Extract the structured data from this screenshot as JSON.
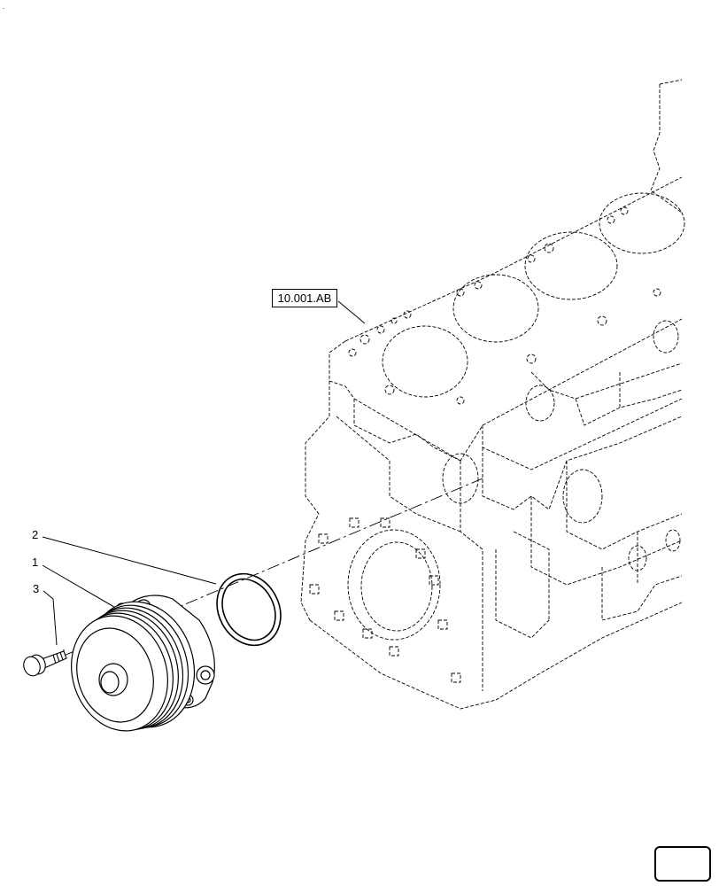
{
  "diagram": {
    "reference_label": "10.001.AB",
    "callouts": [
      "2",
      "1",
      "3"
    ],
    "corner_mark": "."
  },
  "icons": {
    "nav": "next-page-arrow-icon"
  }
}
